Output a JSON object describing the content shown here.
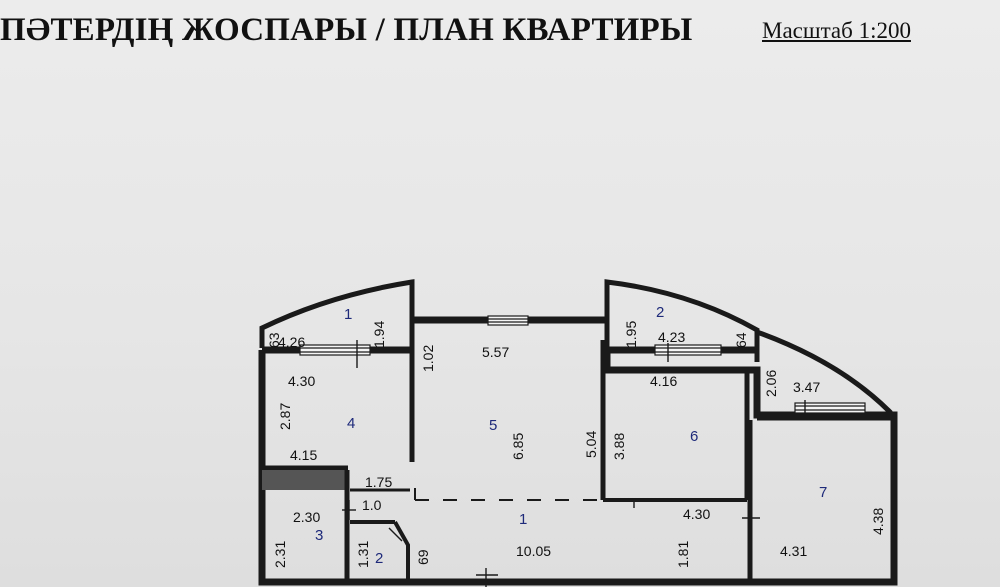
{
  "header": {
    "title": "ПӘТЕРДІҢ ЖОСПАРЫ / ПЛАН КВАРТИРЫ",
    "scale": "Масштаб 1:200"
  },
  "rooms": {
    "balcony_left": "1",
    "balcony_right": "2",
    "entrance_hall": "1",
    "bathroom": "2",
    "toilet": "3",
    "bedroom_left": "4",
    "living_room": "5",
    "bedroom_middle": "6",
    "bedroom_right": "7"
  },
  "dimensions": {
    "balcony_left_width": "4.26",
    "balcony_left_depth": "1.94",
    "balcony_left_edge": "63",
    "window_wall_width": "5.57",
    "window_wall_depth": "1.02",
    "balcony_right_width": "4.23",
    "balcony_right_depth": "1.95",
    "balcony_right_edge": "64",
    "small_balcony_width": "3.47",
    "small_balcony_depth": "2.06",
    "bedroom4_top": "4.30",
    "bedroom4_side": "2.87",
    "bedroom4_bottom": "4.15",
    "living_height": "6.85",
    "living_side": "5.04",
    "bedroom6_top": "4.16",
    "bedroom6_side": "3.88",
    "bedroom6_bottom": "4.30",
    "corridor_width": "1.75",
    "corridor_narrow": "1.0",
    "toilet_width": "2.30",
    "toilet_height": "2.31",
    "bathroom_height": "1.31",
    "bathroom_edge": "69",
    "hall_length": "10.05",
    "hall_depth": "1.81",
    "bedroom7_width": "4.31",
    "bedroom7_height": "4.38"
  }
}
